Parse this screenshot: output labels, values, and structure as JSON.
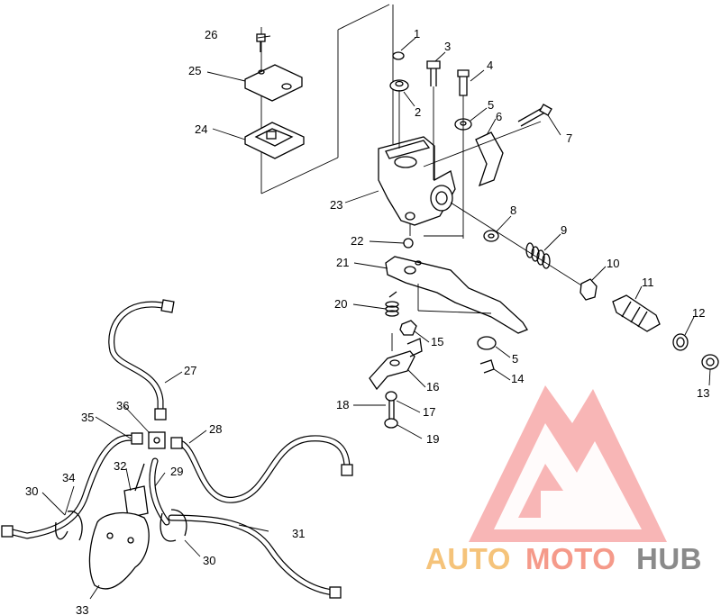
{
  "callouts": [
    "1",
    "2",
    "3",
    "4",
    "5",
    "6",
    "7",
    "8",
    "9",
    "10",
    "11",
    "12",
    "13",
    "14",
    "15",
    "16",
    "17",
    "18",
    "19",
    "20",
    "21",
    "22",
    "23",
    "24",
    "25",
    "26",
    "27",
    "28",
    "29",
    "30",
    "31",
    "32",
    "33",
    "34",
    "35",
    "36"
  ],
  "duplicate_callouts": {
    "five_b": "5",
    "thirty_b": "30"
  },
  "watermark": {
    "part1": "AUTO",
    "part2": "MOTO",
    "part3": "HUB",
    "colors": {
      "triangle": "#f08a8a",
      "auto": "#f5c37a",
      "moto": "#f59a8a",
      "hub": "#8a8a8a"
    }
  }
}
